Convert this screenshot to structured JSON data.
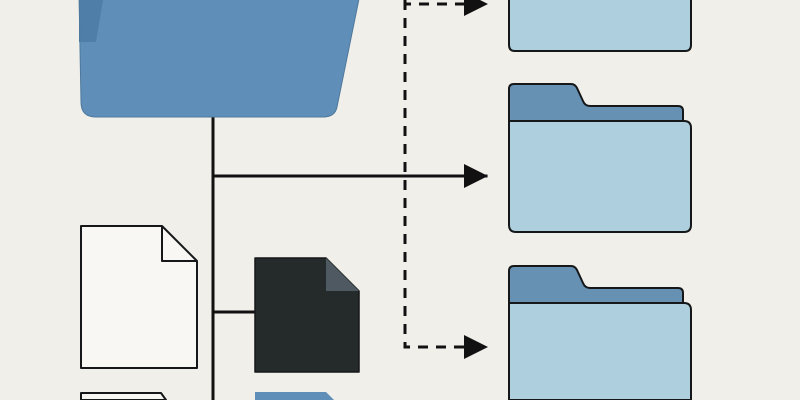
{
  "colors": {
    "background": "#f1efea",
    "primary_folder": "#5f8fb8",
    "primary_folder_shade": "#4f7ea8",
    "target_folder_tab": "#6691b3",
    "target_folder_body": "#aed0de",
    "document_light": "#f8f7f4",
    "document_dark": "#252a2b",
    "document_dark_fold": "#4e5962",
    "outline": "#151719",
    "connector": "#111111"
  },
  "diagram": {
    "nodes": [
      {
        "name": "primary-folder",
        "icon": "folder-icon"
      },
      {
        "name": "white-document",
        "icon": "document-icon"
      },
      {
        "name": "white-document-partial",
        "icon": "document-icon"
      },
      {
        "name": "black-document",
        "icon": "document-icon"
      },
      {
        "name": "blue-document-partial",
        "icon": "document-icon"
      },
      {
        "name": "target-folder-top",
        "icon": "folder-icon"
      },
      {
        "name": "target-folder-middle",
        "icon": "folder-icon"
      },
      {
        "name": "target-folder-bottom",
        "icon": "folder-icon"
      }
    ],
    "connectors": [
      {
        "from": "primary-folder",
        "to": "target-folder-middle",
        "style": "solid"
      },
      {
        "from": "primary-folder",
        "to": "black-document",
        "style": "solid"
      },
      {
        "from": "primary-folder",
        "to": "target-folder-top",
        "style": "dashed"
      },
      {
        "from": "primary-folder",
        "to": "target-folder-bottom",
        "style": "dashed"
      }
    ]
  }
}
